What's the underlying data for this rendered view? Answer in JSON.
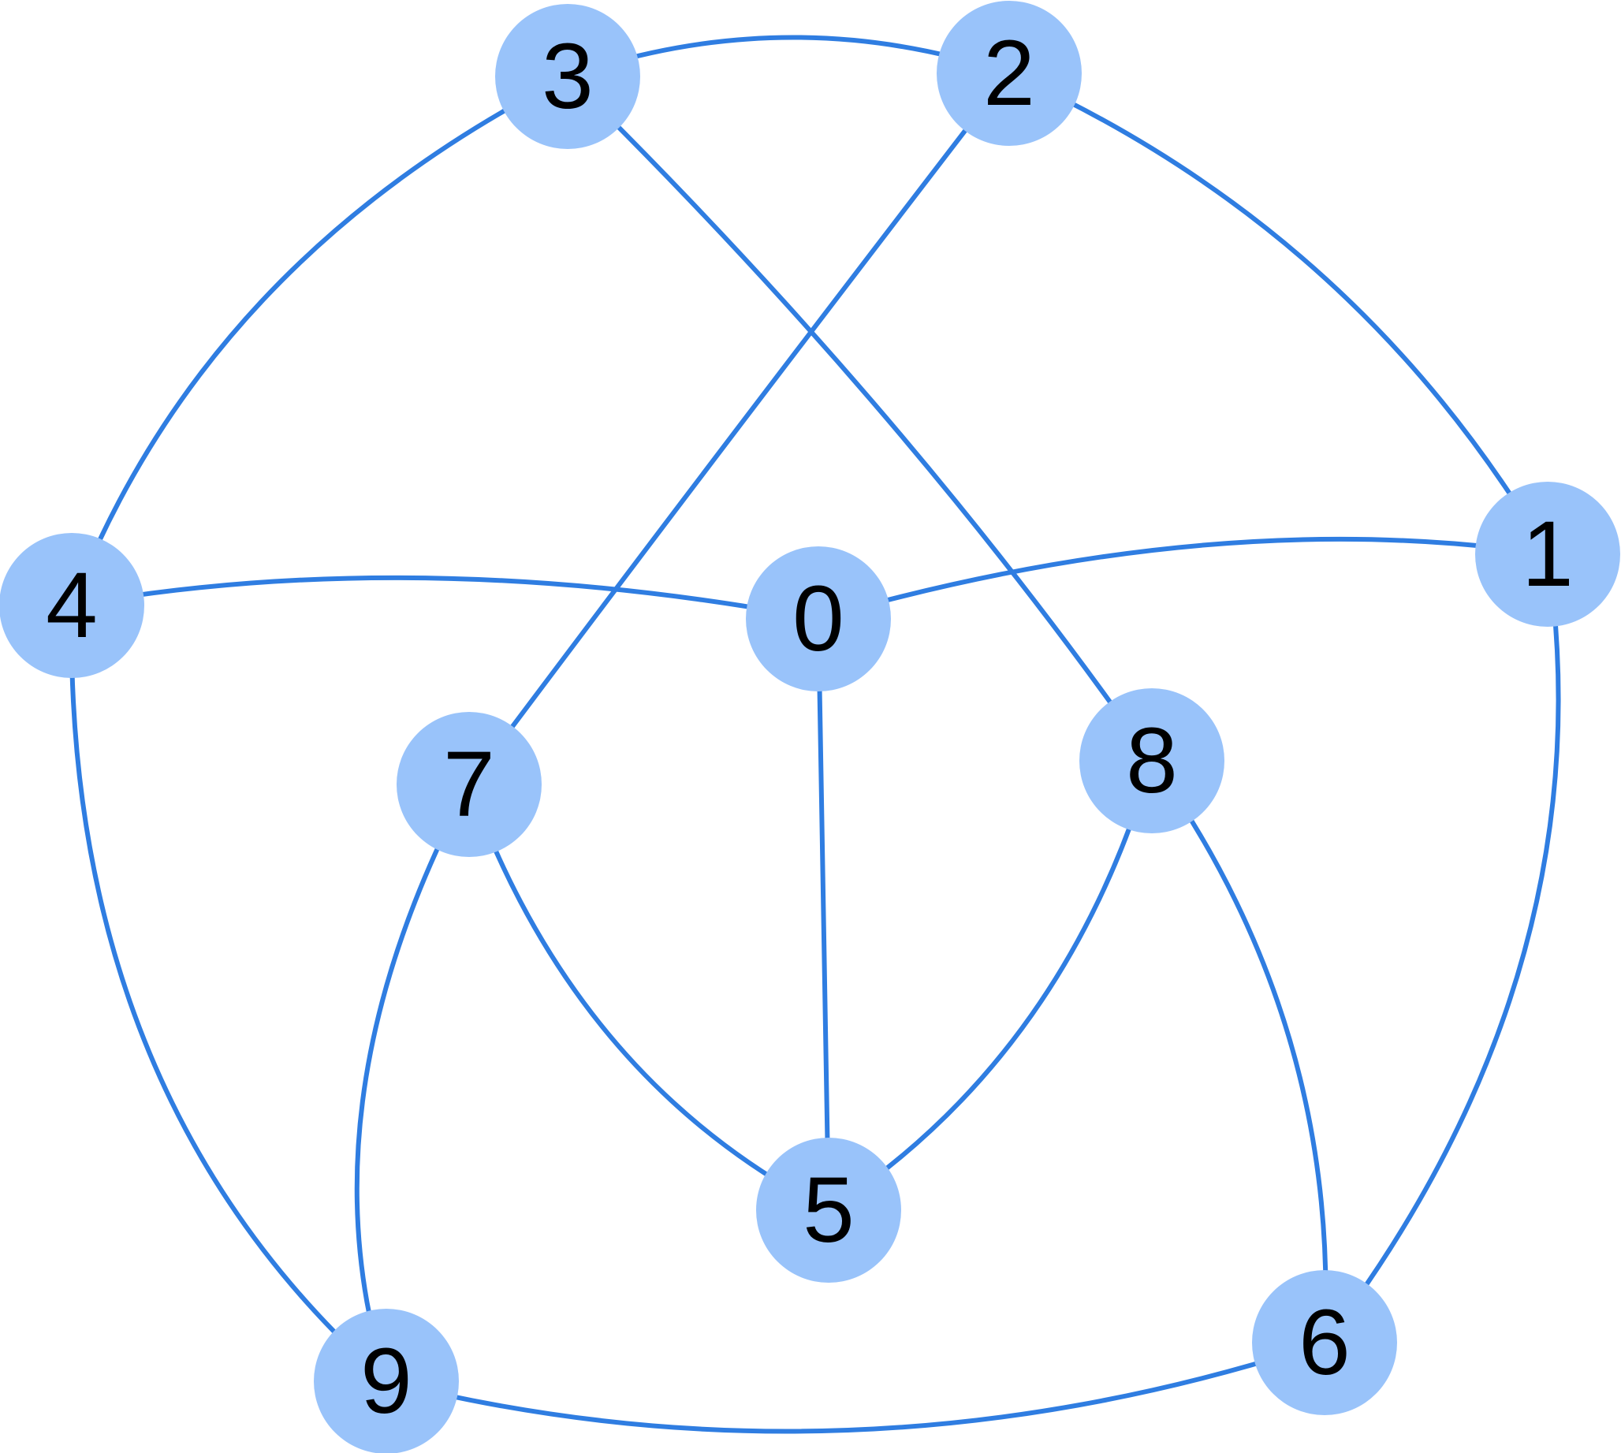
{
  "colors": {
    "edge": "#2f7de1",
    "node_fill": "#99c3fa",
    "label": "#000000",
    "background": "#ffffff"
  },
  "nodes": [
    {
      "id": "0",
      "label": "0"
    },
    {
      "id": "1",
      "label": "1"
    },
    {
      "id": "2",
      "label": "2"
    },
    {
      "id": "3",
      "label": "3"
    },
    {
      "id": "4",
      "label": "4"
    },
    {
      "id": "5",
      "label": "5"
    },
    {
      "id": "6",
      "label": "6"
    },
    {
      "id": "7",
      "label": "7"
    },
    {
      "id": "8",
      "label": "8"
    },
    {
      "id": "9",
      "label": "9"
    }
  ],
  "edges": [
    {
      "source": "3",
      "target": "2"
    },
    {
      "source": "2",
      "target": "1"
    },
    {
      "source": "3",
      "target": "4"
    },
    {
      "source": "3",
      "target": "8"
    },
    {
      "source": "2",
      "target": "7"
    },
    {
      "source": "4",
      "target": "0"
    },
    {
      "source": "0",
      "target": "1"
    },
    {
      "source": "4",
      "target": "9"
    },
    {
      "source": "1",
      "target": "6"
    },
    {
      "source": "0",
      "target": "5"
    },
    {
      "source": "7",
      "target": "5"
    },
    {
      "source": "8",
      "target": "5"
    },
    {
      "source": "7",
      "target": "9"
    },
    {
      "source": "8",
      "target": "6"
    },
    {
      "source": "9",
      "target": "6"
    }
  ]
}
